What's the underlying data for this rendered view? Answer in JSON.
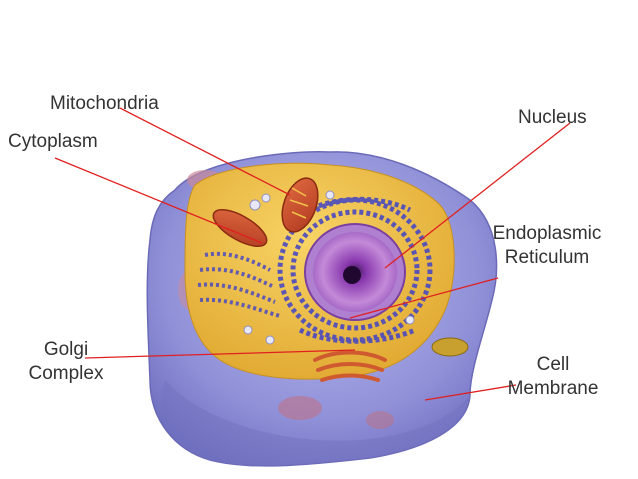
{
  "diagram": {
    "labels": {
      "mitochondria": "Mitochondria",
      "cytoplasm": "Cytoplasm",
      "nucleus": "Nucleus",
      "er_line1": "Endoplasmic",
      "er_line2": "Reticulum",
      "golgi_line1": "Golgi",
      "golgi_line2": "Complex",
      "membrane_line1": "Cell",
      "membrane_line2": "Membrane"
    },
    "colors": {
      "leader_line": "#e02020",
      "label_text": "#333333",
      "membrane": "#8f8fd6",
      "cytoplasm": "#f2c24a",
      "nucleus": "#a05ac4"
    }
  }
}
